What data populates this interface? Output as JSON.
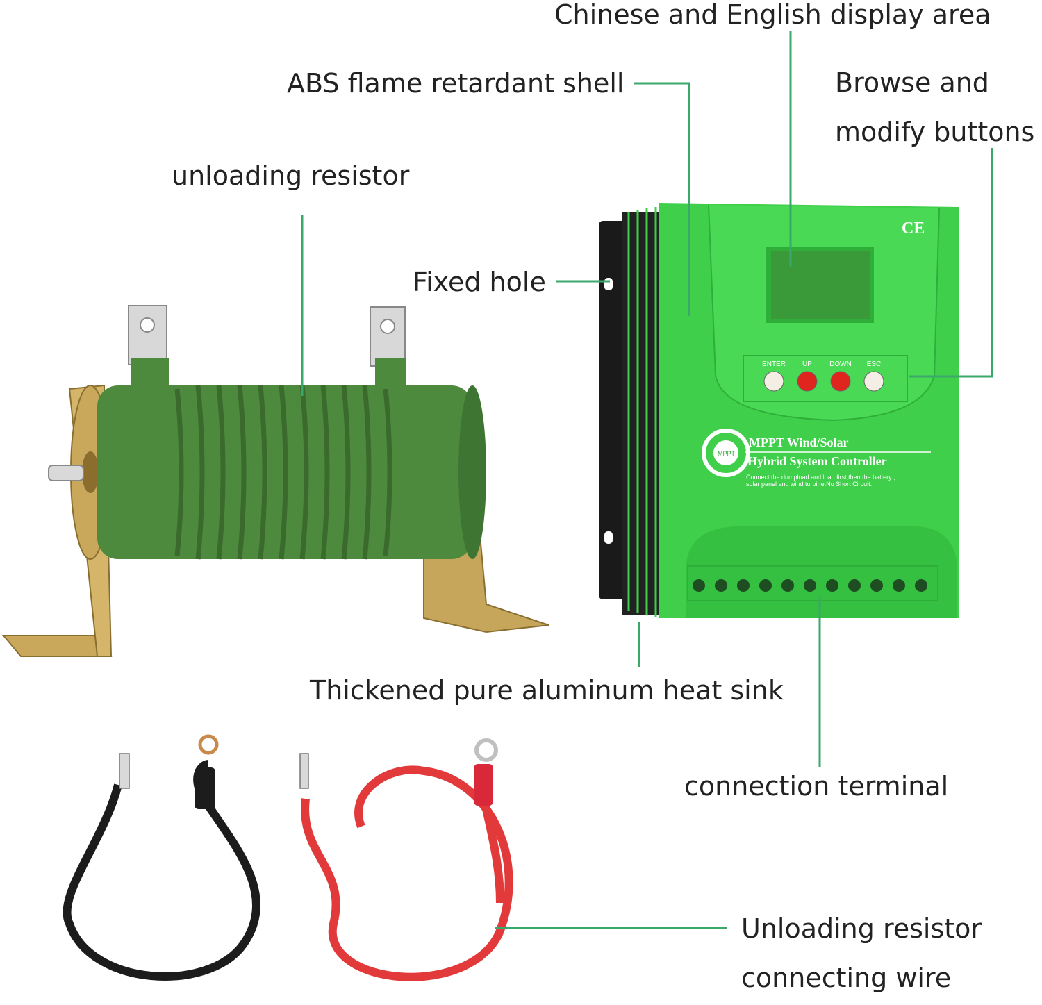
{
  "callouts": {
    "display_area": "Chinese and English display area",
    "abs_shell": "ABS flame retardant shell",
    "buttons_line1": "Browse and",
    "buttons_line2": "modify buttons",
    "unloading_resistor": "unloading resistor",
    "fixed_hole": "Fixed hole",
    "heat_sink": "Thickened pure aluminum heat sink",
    "connection_terminal": "connection terminal",
    "wire_line1": "Unloading resistor",
    "wire_line2": "connecting wire"
  },
  "controller": {
    "ce_mark": "CE",
    "logo_text": "MPPT",
    "title_line1": "MPPT Wind/Solar",
    "title_line2": "Hybrid System Controller",
    "notice_line1": "Connect the dumpload and load first,then the battery ,",
    "notice_line2": "solar panel and wind turbine.No Short Circuit.",
    "buttons": [
      {
        "label": "ENTER",
        "color": "#f4eee4"
      },
      {
        "label": "UP",
        "color": "#e0241e"
      },
      {
        "label": "DOWN",
        "color": "#e0241e"
      },
      {
        "label": "ESC",
        "color": "#f4eee4"
      }
    ],
    "terminal_count": 11
  },
  "colors": {
    "leader_line": "#3aa86b",
    "controller_body": "#3fcf4a",
    "controller_dark": "#2fae3a",
    "heat_sink": "#1a1a1a",
    "resistor_green": "#4e8a3e",
    "bracket": "#c9a85c",
    "wire_black": "#1c1c1c",
    "wire_red": "#e23a3a"
  }
}
